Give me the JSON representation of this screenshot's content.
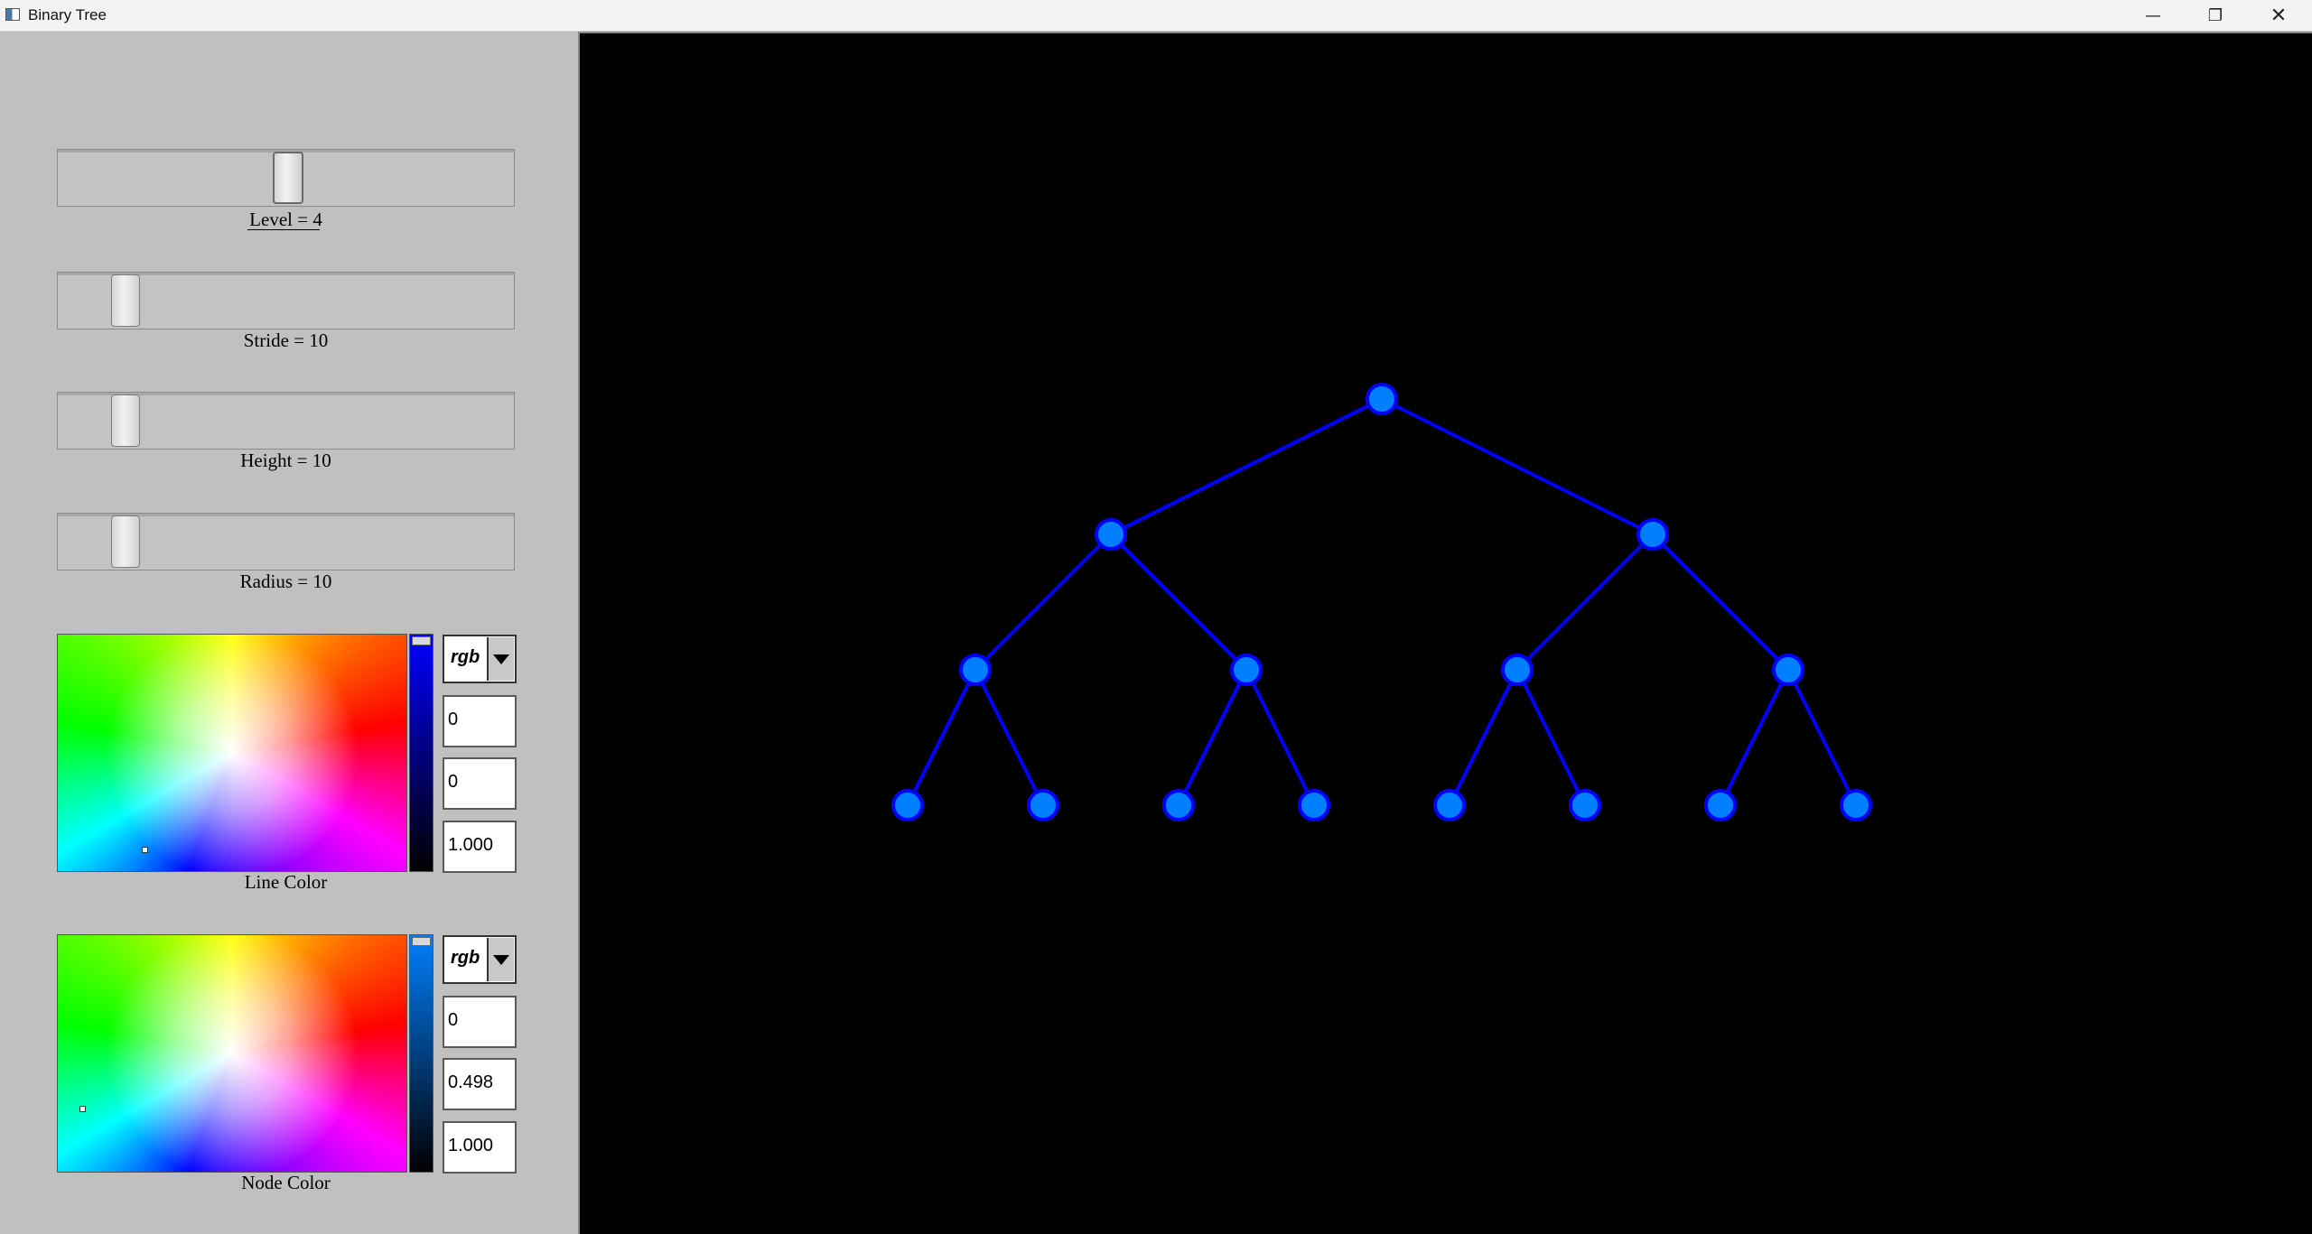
{
  "window": {
    "title": "Binary Tree",
    "min_glyph": "—",
    "max_glyph": "❐",
    "close_glyph": "✕"
  },
  "controls": {
    "level": {
      "label": "Level = 4",
      "value": 4,
      "fraction": 0.5
    },
    "stride": {
      "label": "Stride = 10",
      "value": 10,
      "fraction": 0.12
    },
    "height": {
      "label": "Height = 10",
      "value": 10,
      "fraction": 0.12
    },
    "radius": {
      "label": "Radius = 10",
      "value": 10,
      "fraction": 0.12
    }
  },
  "line_color": {
    "label": "Line Color",
    "mode": "rgb",
    "values": [
      "0",
      "0",
      "1.000"
    ],
    "color": "#0000ff"
  },
  "node_color": {
    "label": "Node Color",
    "mode": "rgb",
    "values": [
      "0",
      "0.498",
      "1.000"
    ],
    "color": "#007fff"
  },
  "tree": {
    "levels": 4,
    "background": "#000000",
    "stroke": "#0000ff",
    "fill": "#007fff"
  }
}
